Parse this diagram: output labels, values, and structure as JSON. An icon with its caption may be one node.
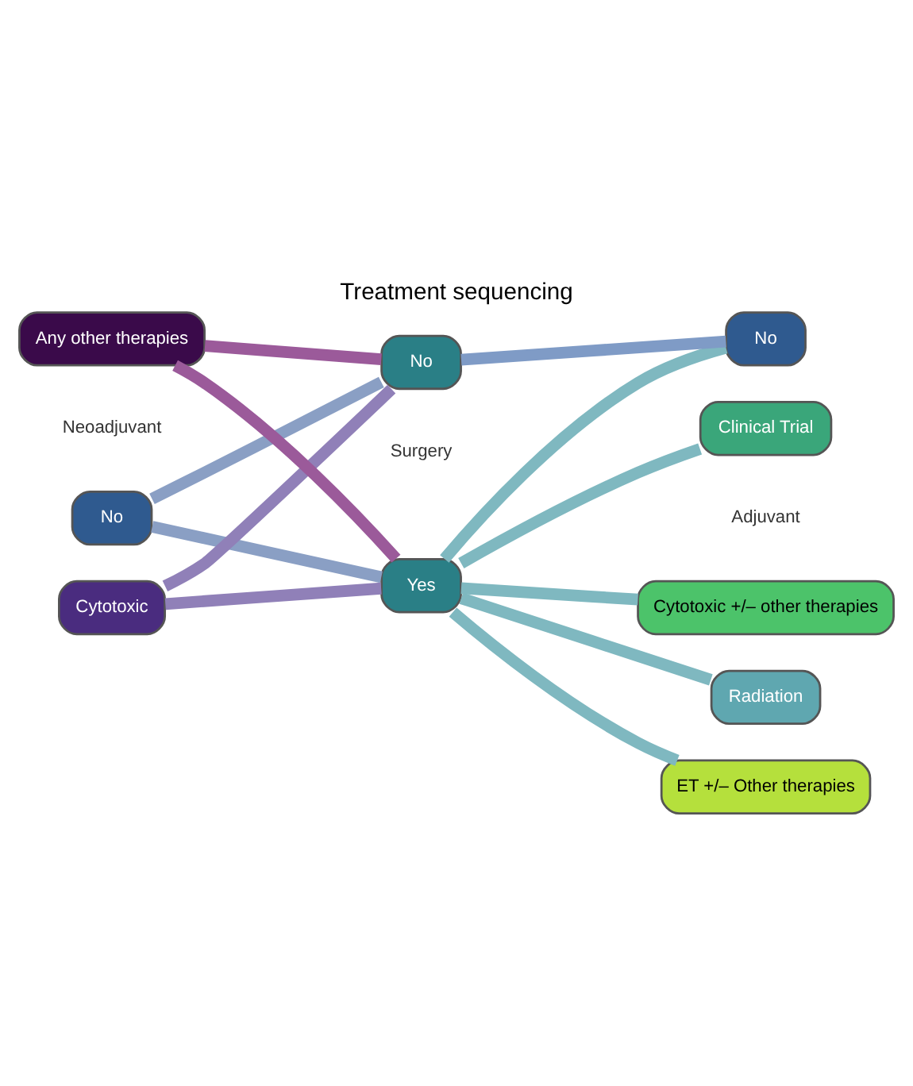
{
  "diagram": {
    "title": "Treatment sequencing",
    "nodes": [
      {
        "text": [
          "No"
        ]
      },
      {
        "text": [
          "Cytotoxic"
        ]
      },
      {
        "text": [
          "Any other therapies"
        ]
      },
      {
        "text": [
          "Yes"
        ]
      },
      {
        "text": [
          "No"
        ]
      },
      {
        "text": [
          "Radiation"
        ]
      },
      {
        "text": [
          "No"
        ]
      },
      {
        "text": [
          "ET +/– Other therapies"
        ]
      },
      {
        "text": [
          "Cytotoxic +/– other therapies"
        ]
      },
      {
        "text": [
          "Clinical Trial"
        ]
      }
    ],
    "edges": [
      {
        "from": 0,
        "to": 3,
        "arrow": "none",
        "color": "#8a9fc4"
      },
      {
        "from": 0,
        "to": 4,
        "arrow": "none",
        "color": "#8a9fc4"
      },
      {
        "from": 1,
        "to": 3,
        "arrow": "none",
        "color": "#9080b8"
      },
      {
        "from": 1,
        "to": 4,
        "arrow": "none",
        "color": "#9080b8"
      },
      {
        "from": 2,
        "to": 3,
        "arrow": "none",
        "color": "#9b5a9a"
      },
      {
        "from": 2,
        "to": 4,
        "arrow": "none",
        "color": "#9b5a9a"
      },
      {
        "from": 3,
        "to": 5,
        "arrow": "none"
      },
      {
        "from": 3,
        "to": 6,
        "arrow": "none"
      },
      {
        "from": 3,
        "to": 7,
        "arrow": "none"
      },
      {
        "from": 3,
        "to": 8,
        "arrow": "none"
      },
      {
        "from": 3,
        "to": 9,
        "arrow": "none"
      },
      {
        "from": 4,
        "to": 6,
        "arrow": "none",
        "color": "#7f9bc6"
      }
    ],
    "labels": [
      "Neoadjuvant",
      "Surgery",
      "Adjuvant"
    ]
  }
}
